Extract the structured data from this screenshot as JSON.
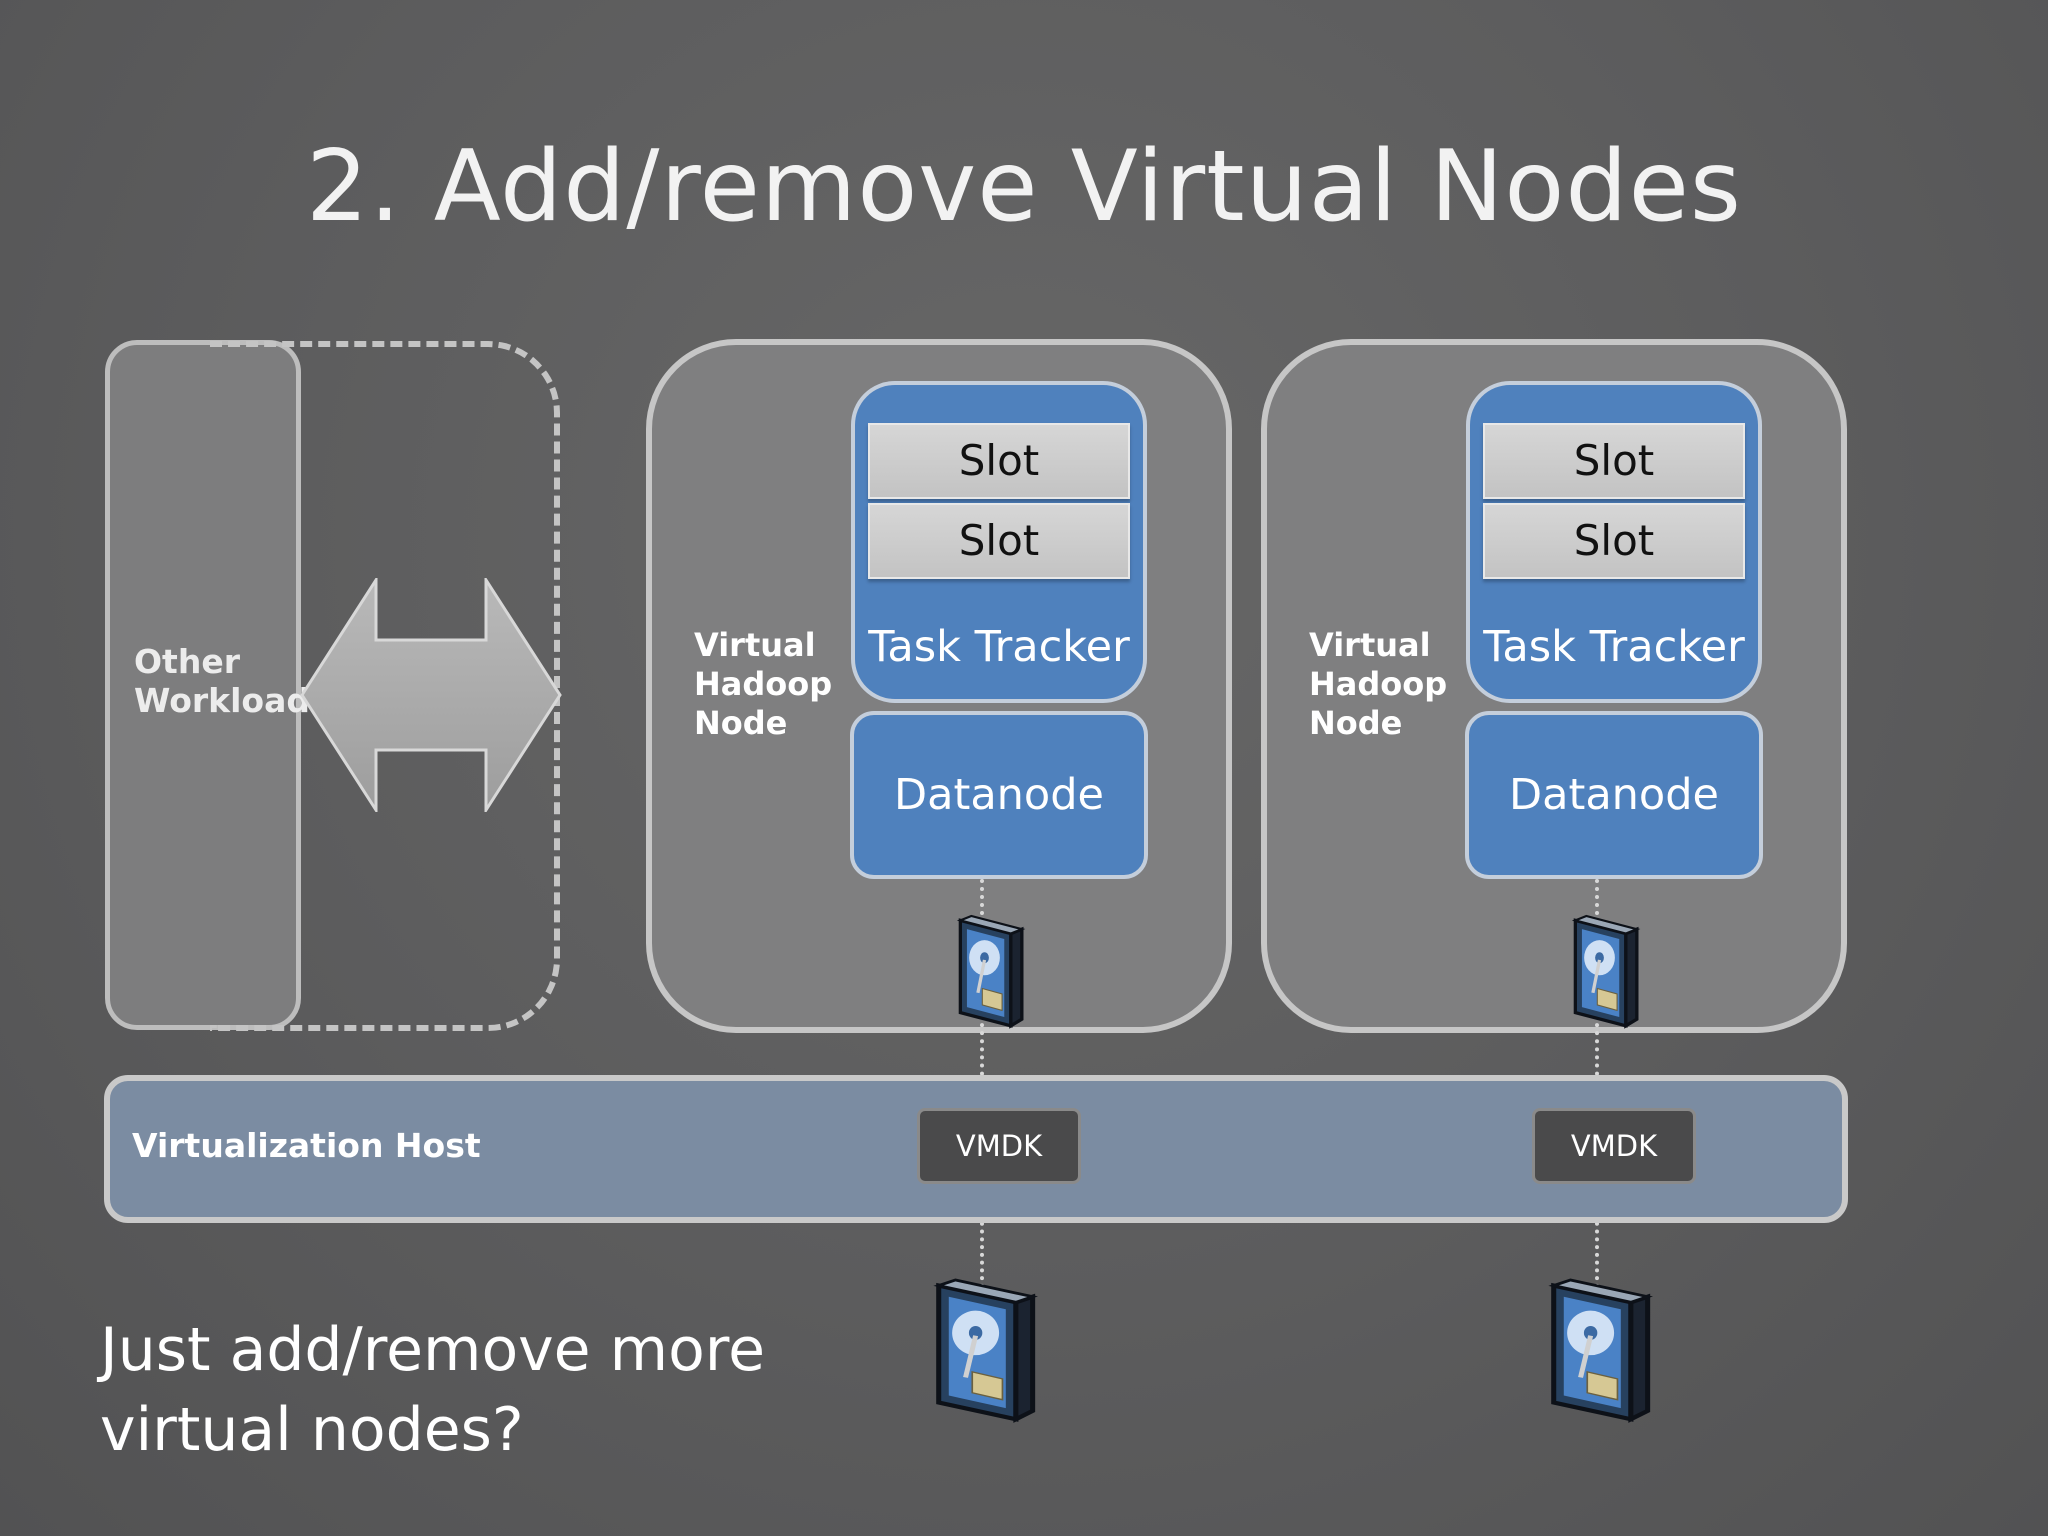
{
  "title": "2. Add/remove Virtual Nodes",
  "other_workload": {
    "label": "Other\nWorkload",
    "arrow_icon": "double-arrow-icon"
  },
  "virtual_nodes": [
    {
      "label": "Virtual\nHadoop\nNode",
      "task_tracker": {
        "slots": [
          "Slot",
          "Slot"
        ],
        "label": "Task Tracker"
      },
      "datanode": "Datanode",
      "disk_icon": "hard-disk-icon",
      "vmdk": "VMDK"
    },
    {
      "label": "Virtual\nHadoop\nNode",
      "task_tracker": {
        "slots": [
          "Slot",
          "Slot"
        ],
        "label": "Task Tracker"
      },
      "datanode": "Datanode",
      "disk_icon": "hard-disk-icon",
      "vmdk": "VMDK"
    }
  ],
  "virtualization_host": {
    "label": "Virtualization Host"
  },
  "footer": "Just add/remove more\nvirtual nodes?",
  "colors": {
    "background": "#5c5c5d",
    "node_fill": "#7f7f80",
    "blue": "#4f81bd",
    "slot": "#cfcfcf",
    "host": "#7b8ca2",
    "vmdk": "#4a4a4b"
  }
}
